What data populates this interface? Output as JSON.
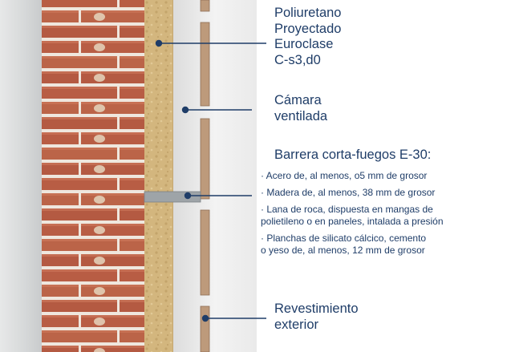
{
  "labels": {
    "polyurethane": "Poliuretano\nProyectado\nEuroclase\nC-s3,d0",
    "chamber": "Cámara\nventilada",
    "barrier_title": "Barrera corta-fuegos E-30:",
    "barrier_items": [
      "· Acero de, al menos, o5 mm de grosor",
      "· Madera de, al menos, 38 mm de grosor",
      "· Lana de roca, dispuesta en mangas de\n  polietileno o en paneles, intalada a presión",
      "· Planchas de silicato cálcico, cemento\n  o yeso de, al menos, 12 mm de grosor"
    ],
    "cladding": "Revestimiento\nexterior"
  },
  "colors": {
    "label_text": "#1f3d68",
    "leader_line": "#1f3d68",
    "brick": "#b85d44",
    "mortar": "#f3ece4",
    "insulation": "#d2b47c",
    "air_gap": "#ececec",
    "cladding_board": "#bd9a7b",
    "fire_barrier": "#9ea4a8"
  }
}
